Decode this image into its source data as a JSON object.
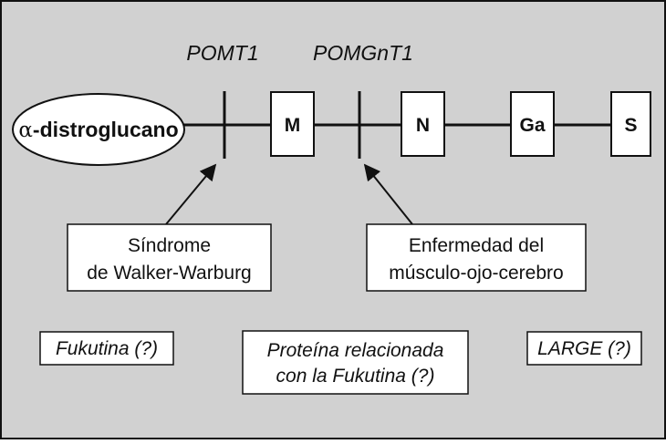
{
  "colors": {
    "background": "#d1d1d1",
    "box_fill": "#ffffff",
    "stroke": "#111111"
  },
  "enzymes": {
    "pomt1": "POMT1",
    "pomgnt1": "POMGnT1"
  },
  "protein": {
    "greek": "α",
    "label": "-distroglucano"
  },
  "nodes": {
    "m": "M",
    "n": "N",
    "ga": "Ga",
    "s": "S"
  },
  "diseases": {
    "walker_warburg": [
      "Síndrome",
      "de Walker-Warburg"
    ],
    "muscle_eye_brain": [
      "Enfermedad del",
      "músculo-ojo-cerebro"
    ]
  },
  "candidates": {
    "fukutina": "Fukutina (?)",
    "fukutina_related": [
      "Proteína relacionada",
      "con la Fukutina (?)"
    ],
    "large": "LARGE (?)"
  }
}
